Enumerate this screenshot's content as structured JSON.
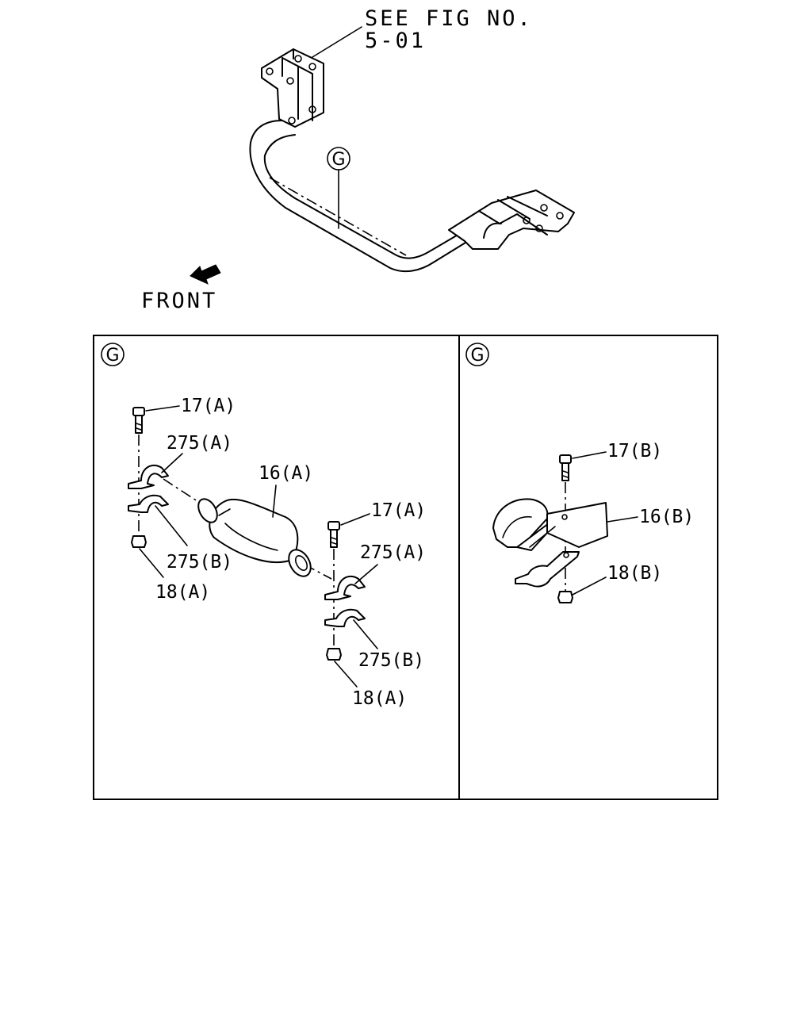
{
  "reference": {
    "line1": "SEE FIG NO.",
    "line2": "5-01"
  },
  "direction_label": "FRONT",
  "view_marker": "G",
  "panels": [
    {
      "marker": "G",
      "callouts": {
        "bolt_top": "17(A)",
        "clamp_upper_left": "275(A)",
        "clamp_lower_left": "275(B)",
        "nut_left": "18(A)",
        "bushing": "16(A)",
        "bolt_right": "17(A)",
        "clamp_upper_right": "275(A)",
        "clamp_lower_right": "275(B)",
        "nut_right": "18(A)"
      }
    },
    {
      "marker": "G",
      "callouts": {
        "bolt": "17(B)",
        "bushing": "16(B)",
        "nut": "18(B)"
      }
    }
  ]
}
